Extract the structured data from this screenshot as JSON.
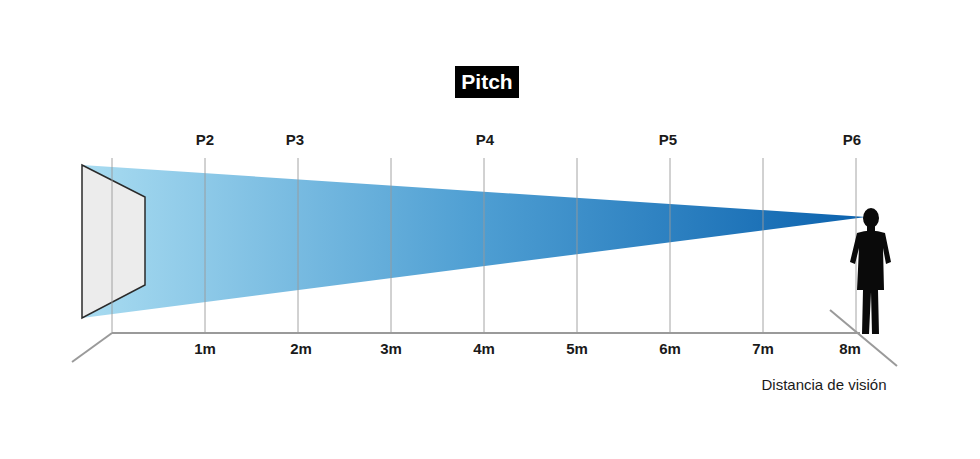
{
  "diagram": {
    "title": "Pitch",
    "labels": [
      "P2",
      "P3",
      "P4",
      "P5",
      "P6",
      "1m",
      "2m",
      "3m",
      "4m",
      "5m",
      "6m",
      "7m",
      "8m",
      "Distancia de visión"
    ]
  }
}
